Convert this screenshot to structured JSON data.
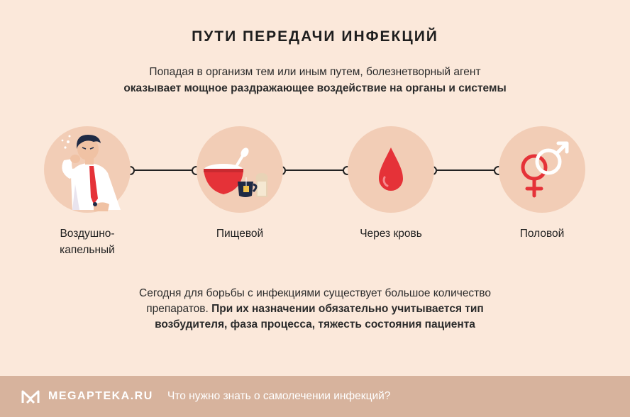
{
  "header": {
    "title": "ПУТИ ПЕРЕДАЧИ ИНФЕКЦИЙ",
    "subtitle_line1": "Попадая в организм тем или иным путем, болезнетворный агент",
    "subtitle_line2": "оказывает мощное раздражающее воздействие на органы и системы"
  },
  "routes": [
    {
      "label_line1": "Воздушно-",
      "label_line2": "капельный",
      "icon": "coughing-person-icon"
    },
    {
      "label_line1": "Пищевой",
      "label_line2": "",
      "icon": "food-icon"
    },
    {
      "label_line1": "Через кровь",
      "label_line2": "",
      "icon": "blood-drop-icon"
    },
    {
      "label_line1": "Половой",
      "label_line2": "",
      "icon": "gender-symbols-icon"
    }
  ],
  "bottom": {
    "line1": "Сегодня для борьбы с инфекциями существует большое количество",
    "line2_regular": "препаратов. ",
    "line2_bold": "При их назначении обязательно учитывается тип",
    "line3": "возбудителя, фаза процесса, тяжесть состояния пациента"
  },
  "footer": {
    "brand": "MEGAPTEKA.RU",
    "link": "Что нужно знать о самолечении инфекций?"
  },
  "colors": {
    "background": "#fbe8da",
    "circle": "#f2cdb6",
    "footer": "#d7b39d",
    "accent_red": "#e53238"
  }
}
